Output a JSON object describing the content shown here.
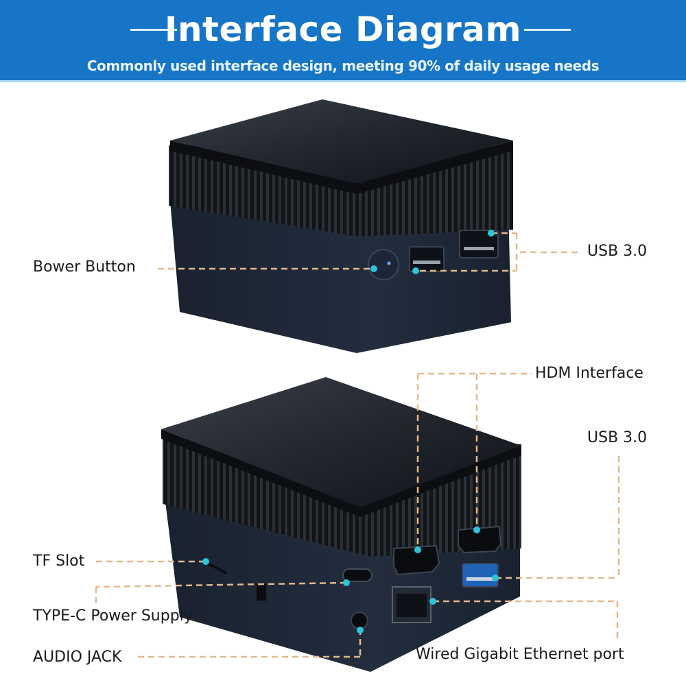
{
  "header": {
    "title": "Interface Diagram",
    "subtitle": "Commonly used interface design, meeting 90% of daily usage needs",
    "background_color": "#1675c6"
  },
  "top_device": {
    "labels": {
      "power_button": "Bower Button",
      "usb_3_0": "USB 3.0"
    }
  },
  "bottom_device": {
    "labels": {
      "hdmi": "HDM Interface",
      "usb_3_0": "USB 3.0",
      "tf_slot": "TF Slot",
      "type_c_power": "TYPE-C Power Supply",
      "audio_jack": "AUDIO JACK",
      "ethernet": "Wired Gigabit Ethernet port"
    }
  },
  "colors": {
    "callout_line": "#e3b98d",
    "callout_dot": "#2ec4d8",
    "device_body": "#1c2535",
    "device_top": "#151a22",
    "usb_blue": "#1f63b8"
  }
}
